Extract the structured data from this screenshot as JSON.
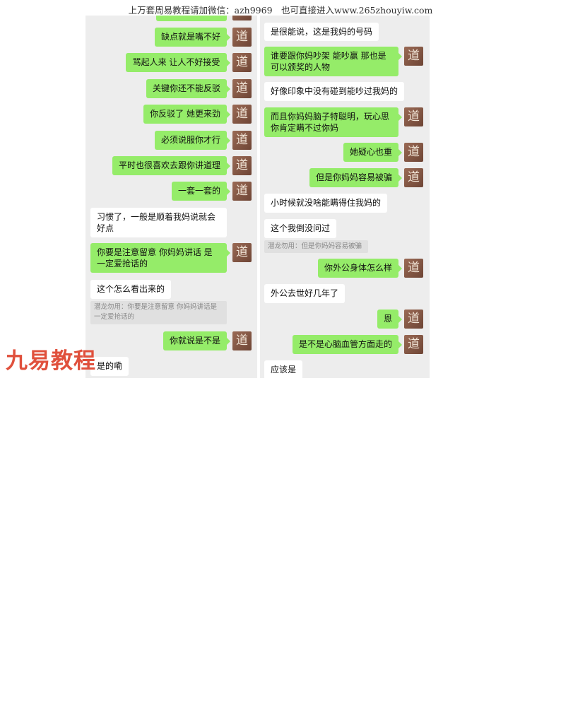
{
  "header": {
    "text": "上万套周易教程请加微信：azh9969　也可直接进入www.265zhouyiw.com"
  },
  "watermark": "九易教程",
  "avatar_glyph": "道",
  "left_messages": [
    {
      "type": "sent",
      "text": ""
    },
    {
      "type": "sent",
      "text": "缺点就是嘴不好"
    },
    {
      "type": "sent",
      "text": "骂起人来  让人不好接受"
    },
    {
      "type": "sent",
      "text": "关键你还不能反驳"
    },
    {
      "type": "sent",
      "text": "你反驳了 她更来劲"
    },
    {
      "type": "sent",
      "text": "必须说服你才行"
    },
    {
      "type": "sent",
      "text": "平时也很喜欢去跟你讲道理"
    },
    {
      "type": "sent",
      "text": "一套一套的"
    },
    {
      "type": "recv",
      "text": "习惯了，一般是顺着我妈说就会好点"
    },
    {
      "type": "sent",
      "text": "你要是注意留意  你妈妈讲话 是一定爱抢话的"
    },
    {
      "type": "recv",
      "text": "这个怎么看出来的"
    },
    {
      "type": "quote",
      "text": "潜龙勿用：你要是注意留意  你妈妈讲话是一定爱抢话的"
    },
    {
      "type": "sent",
      "text": "你就说是不是"
    },
    {
      "type": "recv",
      "text": "是的嘞"
    }
  ],
  "right_messages": [
    {
      "type": "recv",
      "text": "是很能说，这是我妈的号码"
    },
    {
      "type": "sent",
      "text": "谁要跟你妈吵架 能吵赢  那也是可以颁奖的人物"
    },
    {
      "type": "recv",
      "text": "好像印象中没有碰到能吵过我妈的"
    },
    {
      "type": "sent",
      "text": "而且你妈妈脑子特聪明，玩心思你肯定瞒不过你妈"
    },
    {
      "type": "sent",
      "text": "她疑心也重"
    },
    {
      "type": "sent",
      "text": "但是你妈妈容易被骗"
    },
    {
      "type": "recv",
      "text": "小时候就没啥能瞒得住我妈的"
    },
    {
      "type": "recv",
      "text": "这个我倒没问过"
    },
    {
      "type": "quote",
      "text": "潜龙勿用：但是你妈妈容易被骗"
    },
    {
      "type": "sent",
      "text": "你外公身体怎么样"
    },
    {
      "type": "recv",
      "text": "外公去世好几年了"
    },
    {
      "type": "sent",
      "text": "恩"
    },
    {
      "type": "sent",
      "text": "是不是心脑血管方面走的"
    },
    {
      "type": "recv",
      "text": "应该是"
    }
  ]
}
